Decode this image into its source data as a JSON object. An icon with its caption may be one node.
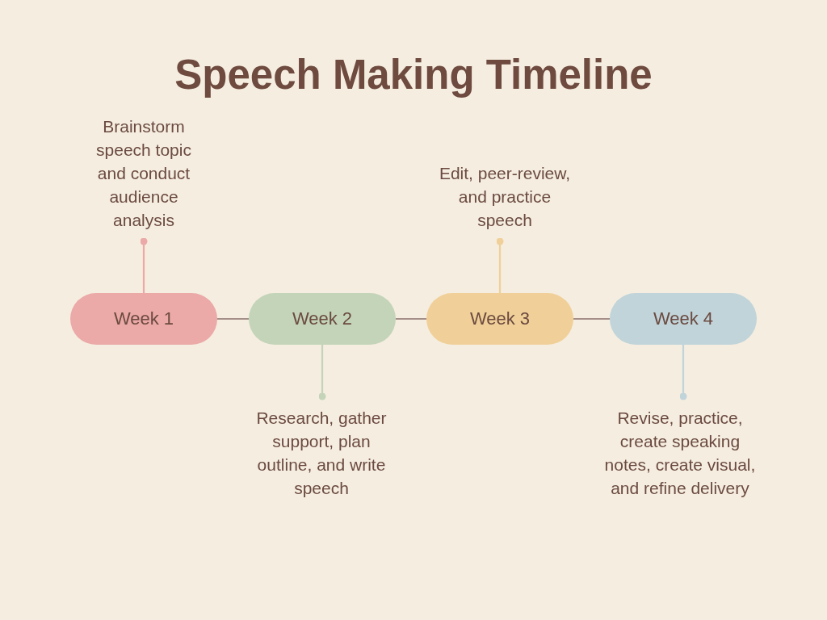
{
  "diagram": {
    "title": "Speech Making Timeline",
    "nodes": [
      {
        "text": [
          "Week 1"
        ]
      },
      {
        "text": [
          "Week 2"
        ]
      },
      {
        "text": [
          "Week 3"
        ]
      },
      {
        "text": [
          "Week 4"
        ]
      },
      {
        "text": [
          "Brainstorm speech topic and conduct audience analysis"
        ]
      },
      {
        "text": [
          "Research, gather support, plan outline, and write speech"
        ]
      },
      {
        "text": [
          "Edit, peer-review, and practice speech"
        ]
      },
      {
        "text": [
          "Revise, practice, create speaking notes, create visual, and refine delivery"
        ]
      }
    ],
    "edges": [
      {
        "from": 0,
        "to": 1,
        "arrow": "none"
      },
      {
        "from": 1,
        "to": 2,
        "arrow": "none"
      },
      {
        "from": 2,
        "to": 3,
        "arrow": "none"
      },
      {
        "from": 0,
        "to": 4,
        "arrow": "other",
        "color": "#eba9a7"
      },
      {
        "from": 1,
        "to": 5,
        "arrow": "other",
        "color": "#c3d4b9"
      },
      {
        "from": 2,
        "to": 6,
        "arrow": "other",
        "color": "#f0d098"
      },
      {
        "from": 3,
        "to": 7,
        "arrow": "other",
        "color": "#c0d4d9"
      }
    ]
  }
}
